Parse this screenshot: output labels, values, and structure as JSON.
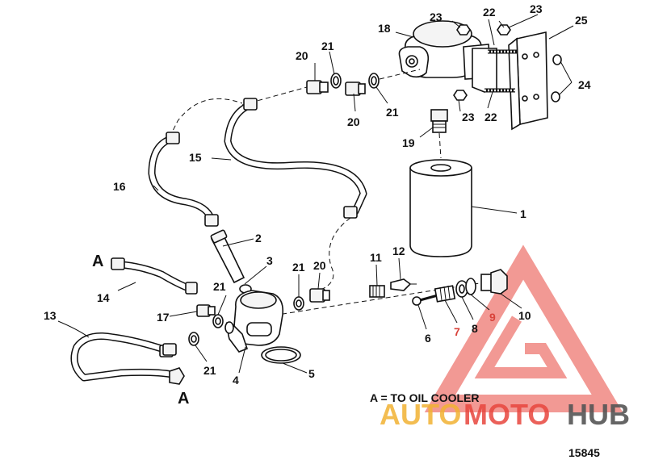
{
  "figure_number": "15845",
  "note": "A = TO OIL COOLER",
  "connection_label": "A",
  "watermark": {
    "part1": "AUTO",
    "part2": "MOTO",
    "part3": "HUB"
  },
  "callouts": {
    "c1": "1",
    "c2": "2",
    "c3": "3",
    "c4": "4",
    "c5": "5",
    "c6": "6",
    "c7": "7",
    "c8": "8",
    "c9": "9",
    "c10": "10",
    "c11": "11",
    "c12": "12",
    "c13": "13",
    "c14": "14",
    "c15": "15",
    "c16": "16",
    "c17": "17",
    "c18": "18",
    "c19": "19",
    "c20": "20",
    "c21": "21",
    "c22": "22",
    "c23": "23",
    "c24": "24",
    "c25": "25"
  },
  "colors": {
    "watermark_red": "#e8463e",
    "watermark_yellow": "#f2b233",
    "watermark_gray": "#555555",
    "line": "#111111"
  }
}
